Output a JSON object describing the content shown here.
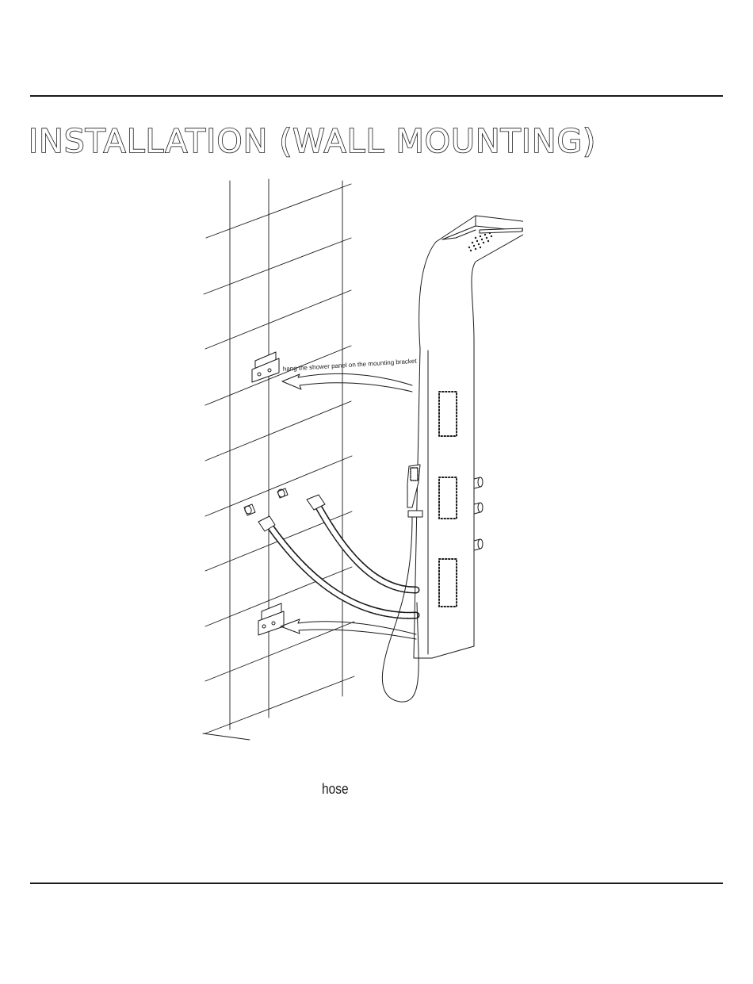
{
  "page": {
    "title": "INSTALLATION (WALL MOUNTING)"
  },
  "figure": {
    "callout": "hang the shower panel on the mounting bracket",
    "caption": "hose"
  }
}
